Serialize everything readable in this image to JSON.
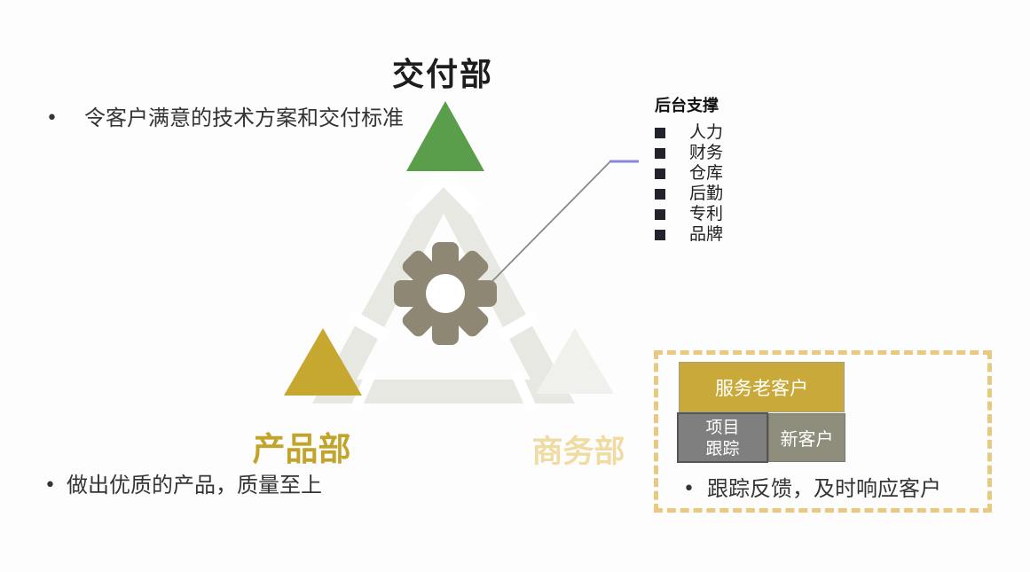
{
  "slide": {
    "title": "交付部",
    "labels": {
      "product": "产品部",
      "business": "商务部"
    },
    "bullets": {
      "bullet_char": "•",
      "delivery": "令客户满意的技术方案和交付标准",
      "product": "做出优质的产品，质量至上",
      "business": "跟踪反馈，及时响应客户"
    },
    "support": {
      "title": "后台支撑",
      "items": [
        "人力",
        "财务",
        "仓库",
        "后勤",
        "专利",
        "品牌"
      ]
    },
    "flow": {
      "top_box": "服务老客户",
      "bottom_left_line1": "项目",
      "bottom_left_line2": "跟踪",
      "bottom_right_box": "新客户"
    },
    "icons": {
      "center": "gear-icon",
      "list_marker": "square-bullet-icon"
    },
    "colors": {
      "delivery_triangle_green": "#5a9e4b",
      "product_triangle_gold": "#c6a72f",
      "business_triangle_gray": "#f0f0ec",
      "cycle_ring_gray": "#e8e8e3",
      "gear_olive": "#8d8773",
      "product_label_gold": "#c2a42b",
      "business_label_pale_gold": "#f0dba2",
      "dashed_border_tan": "#e9c87f",
      "flow_box_gold": "#c8a93a",
      "flow_box_gray": "#7f7f7f",
      "flow_box_olive": "#8f8d7c",
      "connector_gray": "#8a8a8a",
      "connector_purple": "#8a87d6"
    }
  }
}
